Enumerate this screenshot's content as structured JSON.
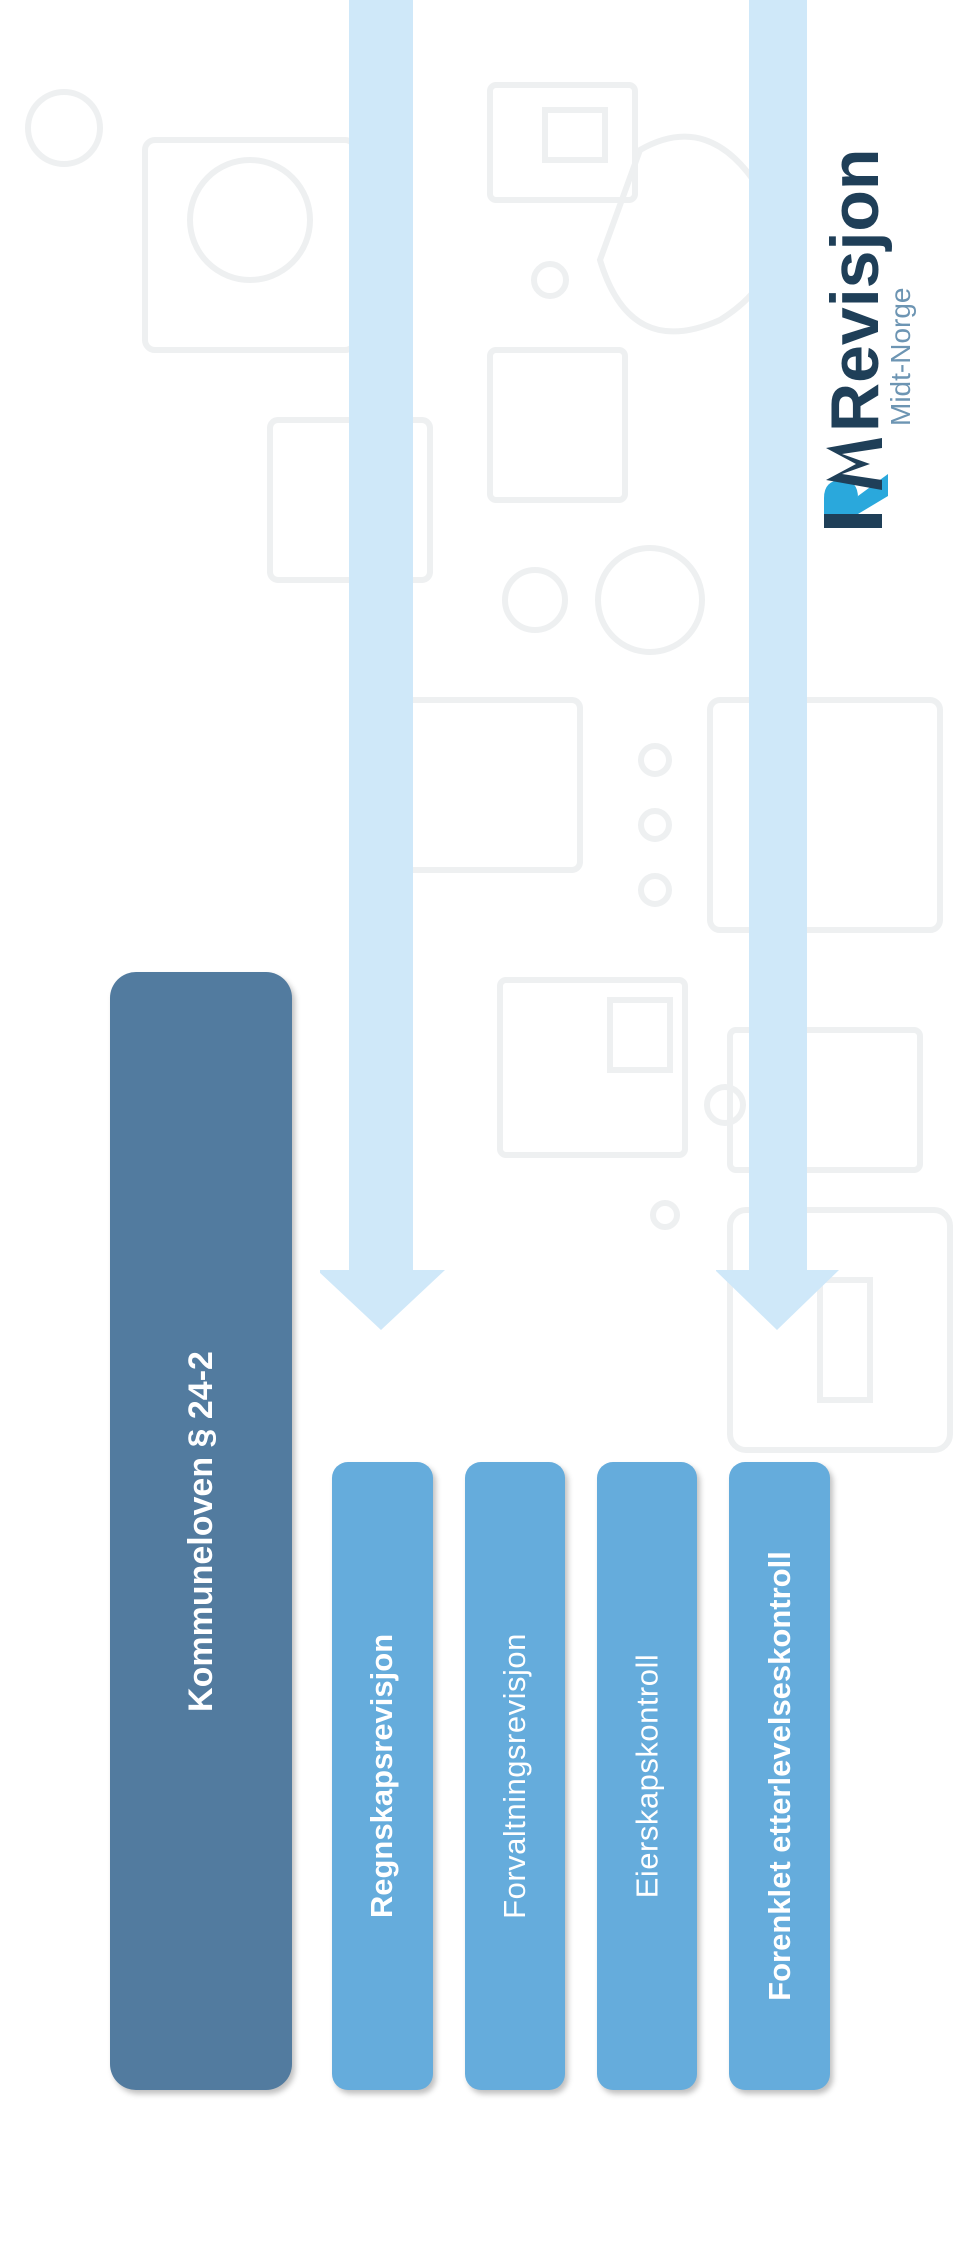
{
  "diagram": {
    "root": {
      "label": "Kommuneloven § 24-2"
    },
    "branches": [
      {
        "label": "Regnskapsrevisjon",
        "weight": "bold"
      },
      {
        "label": "Forvaltningsrevisjon",
        "weight": "light"
      },
      {
        "label": "Eierskapskontroll",
        "weight": "light"
      },
      {
        "label": "Forenklet etterlevelseskontroll",
        "weight": "bold"
      }
    ]
  },
  "logo": {
    "mark": "RM",
    "name": "Revisjon",
    "region": "Midt-Norge"
  },
  "colors": {
    "root_box": "#527b9f",
    "branch_box": "#65acdc",
    "arrow": "#cfe8f9",
    "background_art": "#eef0f1",
    "logo_dark": "#1f3f58",
    "logo_accent": "#2aa8dc",
    "logo_sub": "#6d95b3"
  }
}
